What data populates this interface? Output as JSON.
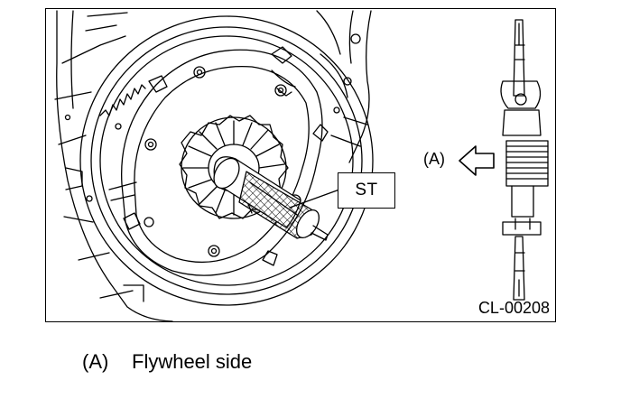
{
  "figure": {
    "callout_label": "ST",
    "view_label": "(A)",
    "figure_code": "CL-00208"
  },
  "legend": {
    "key": "(A)",
    "description": "Flywheel side"
  }
}
